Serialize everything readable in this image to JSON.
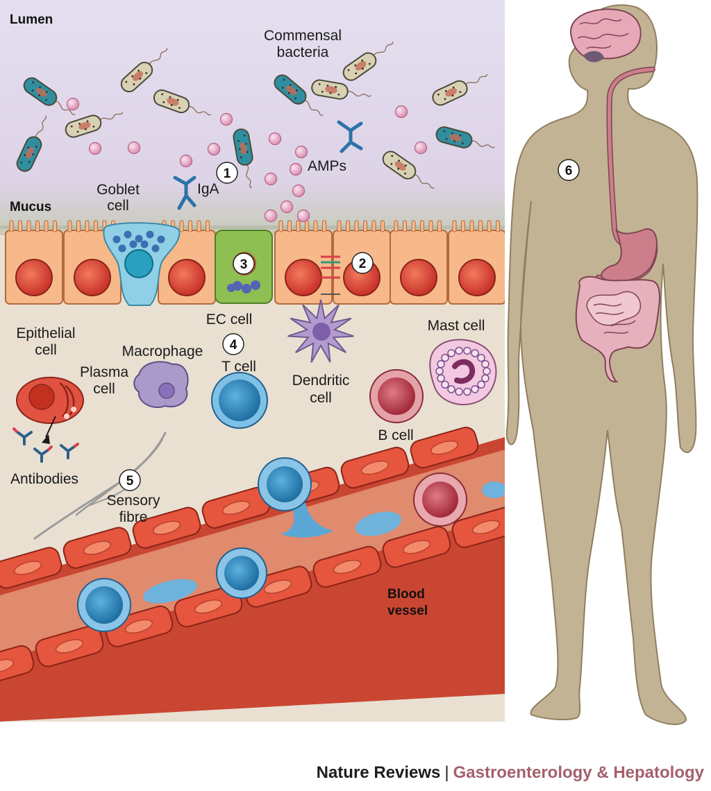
{
  "regions": {
    "lumen": "Lumen",
    "mucus": "Mucus"
  },
  "labels": {
    "commensal_1": "Commensal",
    "commensal_2": "bacteria",
    "amps": "AMPs",
    "iga": "IgA",
    "goblet_1": "Goblet",
    "goblet_2": "cell",
    "ec_cell": "EC cell",
    "epithelial_1": "Epithelial",
    "epithelial_2": "cell",
    "macrophage": "Macrophage",
    "plasma_1": "Plasma",
    "plasma_2": "cell",
    "t_cell": "T cell",
    "dendritic_1": "Dendritic",
    "dendritic_2": "cell",
    "mast_cell": "Mast cell",
    "b_cell": "B cell",
    "antibodies": "Antibodies",
    "sensory_1": "Sensory",
    "sensory_2": "fibre",
    "blood_1": "Blood",
    "blood_2": "vessel"
  },
  "markers": [
    "1",
    "2",
    "3",
    "4",
    "5",
    "6"
  ],
  "credit": {
    "journal": "Nature Reviews",
    "separator": "|",
    "subjournal": "Gastroenterology & Hepatology"
  },
  "colors": {
    "lumen_bg": "#e6e0ee",
    "tissue_bg": "#e9e0d2",
    "epithelium": "#f7b98a",
    "nucleus": "#e0493c",
    "vessel": "#d8513a",
    "body": "#c2b394",
    "tcell": "#3b95c9",
    "bacteria_teal": "#2f8fa0",
    "amp": "#f0bcd3",
    "credit_accent": "#a4616c"
  }
}
